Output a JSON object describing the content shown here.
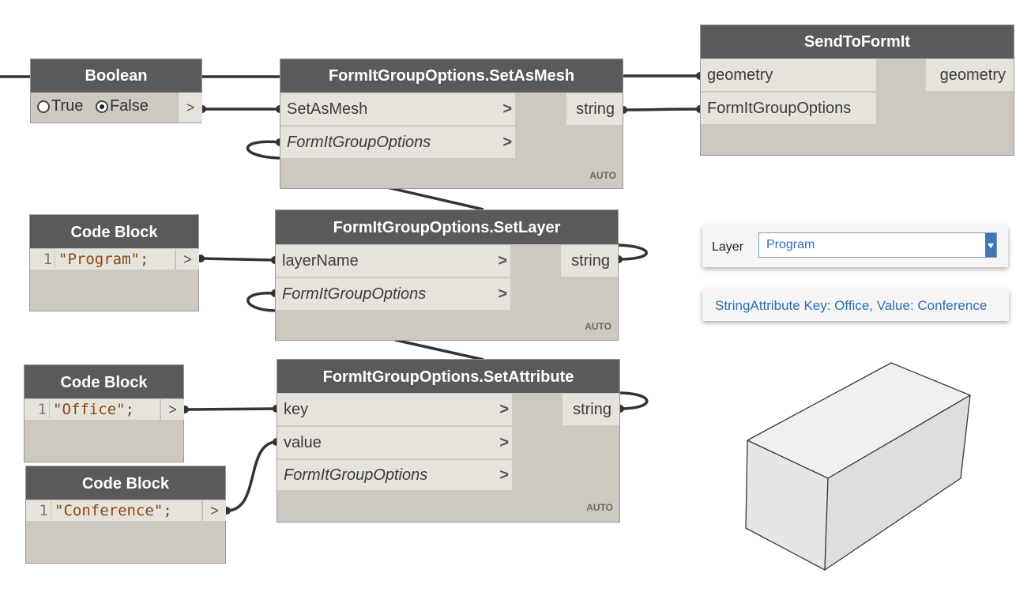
{
  "nodes": {
    "boolean": {
      "title": "Boolean",
      "true_label": "True",
      "false_label": "False",
      "selected": "False",
      "out_symbol": ">"
    },
    "set_as_mesh": {
      "title": "FormItGroupOptions.SetAsMesh",
      "inputs": [
        "SetAsMesh",
        "FormItGroupOptions"
      ],
      "output": "string",
      "lacing": "AUTO"
    },
    "send_to_formit": {
      "title": "SendToFormIt",
      "inputs": [
        "geometry",
        "FormItGroupOptions"
      ],
      "output": "geometry"
    },
    "code_block_program": {
      "title": "Code Block",
      "line_number": "1",
      "code": "\"Program\";",
      "out_symbol": ">"
    },
    "set_layer": {
      "title": "FormItGroupOptions.SetLayer",
      "inputs": [
        "layerName",
        "FormItGroupOptions"
      ],
      "output": "string",
      "lacing": "AUTO"
    },
    "code_block_office": {
      "title": "Code Block",
      "line_number": "1",
      "code": "\"Office\";",
      "out_symbol": ">"
    },
    "code_block_conference": {
      "title": "Code Block",
      "line_number": "1",
      "code": "\"Conference\";",
      "out_symbol": ">"
    },
    "set_attribute": {
      "title": "FormItGroupOptions.SetAttribute",
      "inputs": [
        "key",
        "value",
        "FormItGroupOptions"
      ],
      "output": "string",
      "lacing": "AUTO"
    }
  },
  "layer_panel": {
    "label": "Layer",
    "selected_value": "Program"
  },
  "attribute_panel": {
    "text": "StringAttribute Key: Office, Value: Conference"
  },
  "port_chevron": ">",
  "colors": {
    "node_header": "#5a5a5a",
    "node_body": "#cdc8c0",
    "port_bg": "#e6e3dd",
    "wire": "#333333",
    "code_string": "#8b4513",
    "link_blue": "#2e6eb5"
  }
}
